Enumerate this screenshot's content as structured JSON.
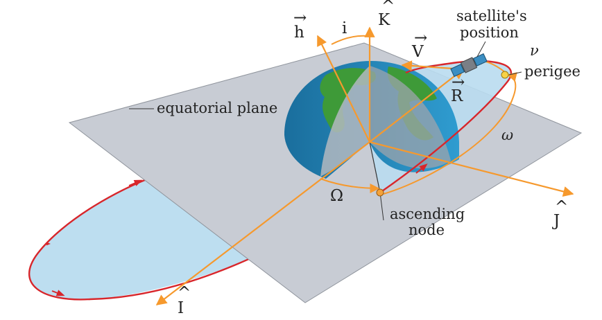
{
  "labels": {
    "h": "h",
    "h_hat": "→",
    "i": "i",
    "K": "K",
    "K_hat": "^",
    "V": "V",
    "V_hat": "→",
    "R": "R",
    "R_hat": "→",
    "I": "I",
    "I_hat": "^",
    "J": "J",
    "J_hat": "^",
    "nu": "ν",
    "omega": "ω",
    "Omega": "Ω",
    "satellite_line1": "satellite's",
    "satellite_line2": "position",
    "perigee": "perigee",
    "equatorial_plane": "equatorial plane",
    "ascending_line1": "ascending",
    "ascending_line2": "node"
  },
  "colors": {
    "axis": "#f6992d",
    "orbit": "#d8262b",
    "plane": "#c8ccd4",
    "orbit_fill": "#b9dcef",
    "ocean": "#1e7fb0",
    "land": "#3e9a38",
    "node_dot": "#f4a23a",
    "perigee_dot": "#f7d247"
  }
}
